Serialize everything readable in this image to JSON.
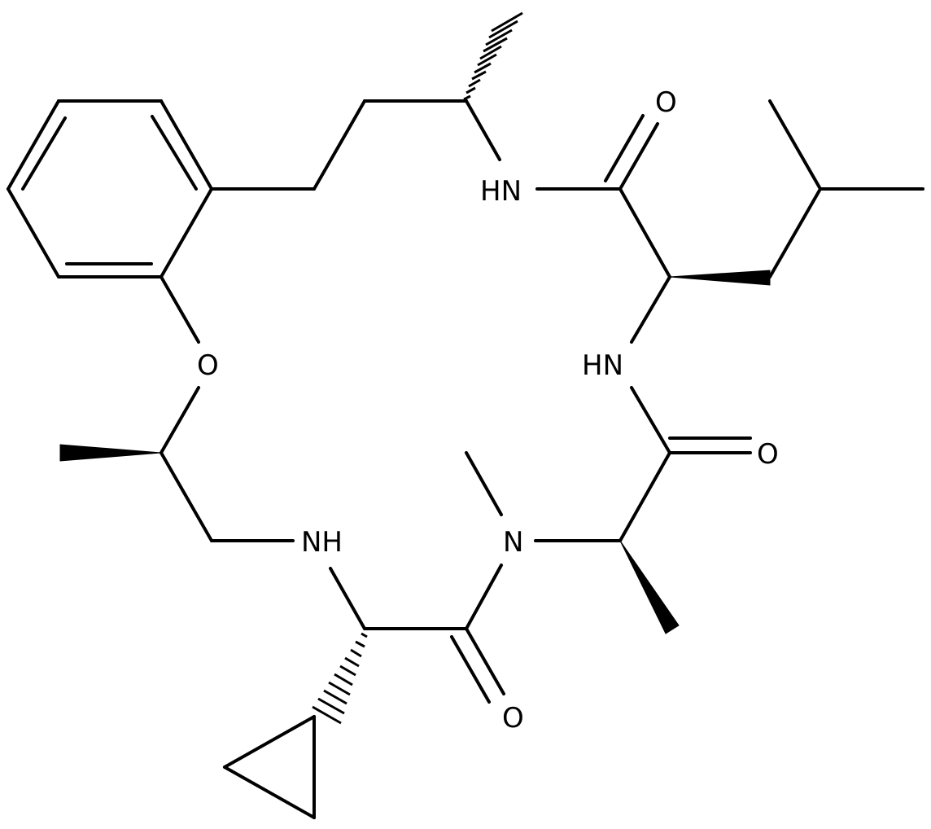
{
  "labels": {
    "hn_top": "HN",
    "o_top": "O",
    "hn_right": "HN",
    "o_right": "O",
    "o_ether": "O",
    "n_methyl": "N",
    "nh_bottom": "NH",
    "o_bottom": "O"
  }
}
